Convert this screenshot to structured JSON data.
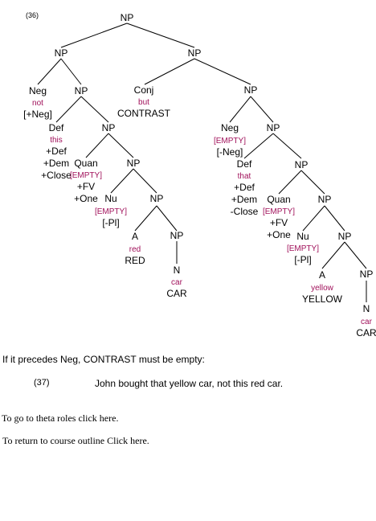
{
  "diagram": {
    "example_number": "(36)",
    "labels": {
      "np_root": "NP",
      "np_l": "NP",
      "np_r": "NP",
      "neg1": "Neg",
      "not": "not",
      "neg1_feat": "[+Neg]",
      "np_l2": "NP",
      "def1": "Def",
      "this": "this",
      "def1_f1": "+Def",
      "def1_f2": "+Dem",
      "def1_f3": "+Close",
      "np_l3": "NP",
      "quan1": "Quan",
      "quan1_empty": "[EMPTY]",
      "quan1_f1": "+FV",
      "quan1_f2": "+One",
      "np_l4": "NP",
      "nu1": "Nu",
      "nu1_empty": "[EMPTY]",
      "nu1_feat": "[-Pl]",
      "np_l5": "NP",
      "a1": "A",
      "red": "red",
      "red_caps": "RED",
      "np_l6": "NP",
      "n1": "N",
      "car1": "car",
      "car1_caps": "CAR",
      "conj": "Conj",
      "but": "but",
      "contrast": "CONTRAST",
      "np_r2": "NP",
      "neg2": "Neg",
      "neg2_empty": "[EMPTY]",
      "neg2_feat": "[-Neg]",
      "np_r3": "NP",
      "def2": "Def",
      "that": "that",
      "def2_f1": "+Def",
      "def2_f2": "+Dem",
      "def2_f3": "-Close",
      "np_r4": "NP",
      "quan2": "Quan",
      "quan2_empty": "[EMPTY]",
      "quan2_f1": "+FV",
      "quan2_f2": "+One",
      "np_r5": "NP",
      "nu2": "Nu",
      "nu2_empty": "[EMPTY]",
      "nu2_feat": "[-Pl]",
      "np_r6": "NP",
      "a2": "A",
      "yellow": "yellow",
      "yellow_caps": "YELLOW",
      "np_r7": "NP",
      "n2": "N",
      "car2": "car",
      "car2_caps": "CAR"
    }
  },
  "text": {
    "rule": "If it precedes Neg, CONTRAST must be empty:",
    "example37_num": "(37)",
    "example37_text": "John bought that yellow car, not this red car.",
    "link_theta": "To go to theta roles click here.",
    "link_course": "To return to course outline Click here."
  },
  "colors": {
    "lexical": "#a0105a",
    "text": "#000000"
  }
}
